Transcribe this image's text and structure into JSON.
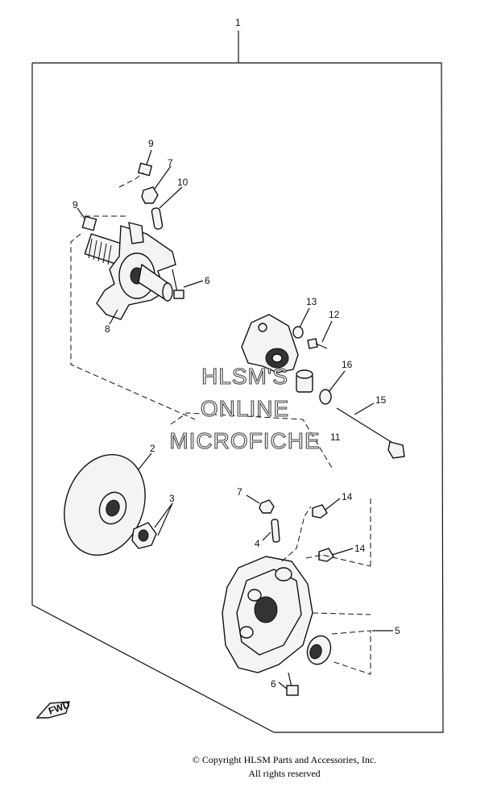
{
  "diagram": {
    "assembly_label": "1",
    "callouts": [
      "2",
      "3",
      "4",
      "5",
      "6",
      "6",
      "7",
      "7",
      "8",
      "9",
      "9",
      "10",
      "11",
      "12",
      "13",
      "14",
      "14",
      "15",
      "16"
    ],
    "fwd_label": "FWD"
  },
  "watermark": {
    "line1": "HLSM'S",
    "line2": "ONLINE",
    "line3": "MICROFICHE"
  },
  "footer": {
    "copyright": "© Copyright HLSM Parts and Accessories, Inc.",
    "rights": "All rights reserved"
  }
}
